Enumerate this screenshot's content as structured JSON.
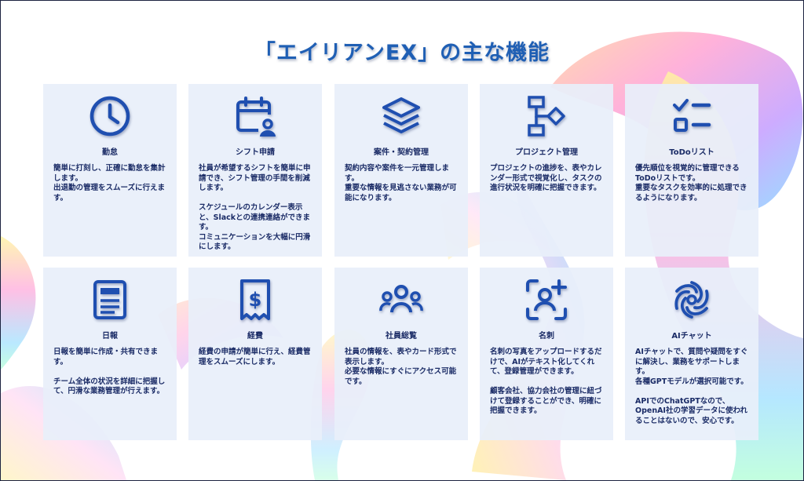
{
  "title": "「エイリアンEX」の主な機能",
  "features": [
    {
      "label": "勤怠",
      "icon": "clock-icon",
      "desc": "簡単に打刻し、正確に勤怠を集計します。\n出退勤の管理をスムーズに行えます。"
    },
    {
      "label": "シフト申請",
      "icon": "calendar-user-icon",
      "desc": "社員が希望するシフトを簡単に申請でき、シフト管理の手間を削減します。\n\nスケジュールのカレンダー表示と、Slackとの連携連絡ができます。\nコミュニケーションを大幅に円滑にします。"
    },
    {
      "label": "案件・契約管理",
      "icon": "layers-icon",
      "desc": "契約内容や案件を一元管理します。\n重要な情報を見逃さない業務が可能になります。"
    },
    {
      "label": "プロジェクト管理",
      "icon": "flowchart-icon",
      "desc": "プロジェクトの進捗を、表やカレンダー形式で視覚化し、タスクの進行状況を明確に把握できます。"
    },
    {
      "label": "ToDoリスト",
      "icon": "checklist-icon",
      "desc": "優先順位を視覚的に管理できるToDoリストです。\n重要なタスクを効率的に処理できるようになります。"
    },
    {
      "label": "日報",
      "icon": "document-icon",
      "desc": "日報を簡単に作成・共有できます。\n\nチーム全体の状況を詳細に把握して、円滑な業務管理が行えます。"
    },
    {
      "label": "経費",
      "icon": "receipt-icon",
      "desc": "経費の申請が簡単に行え、経費管理をスムーズにします。"
    },
    {
      "label": "社員総覧",
      "icon": "team-icon",
      "desc": "社員の情報を、表やカード形式で表示します。\n必要な情報にすぐにアクセス可能です。"
    },
    {
      "label": "名刺",
      "icon": "user-scan-icon",
      "desc": "名刺の写真をアップロードするだけで、AIがテキスト化してくれて、登録管理ができます。\n\n顧客会社、協力会社の管理に紐づけて登録することができ、明確に把握できます。"
    },
    {
      "label": "AIチャット",
      "icon": "ai-swirl-icon",
      "desc": "AIチャットで、質問や疑問をすぐに解決し、業務をサポートします。\n各種GPTモデルが選択可能です。\n\nAPIでのChatGPTなので、OpenAI社の学習データに使われることはないので、安心です。"
    }
  ]
}
